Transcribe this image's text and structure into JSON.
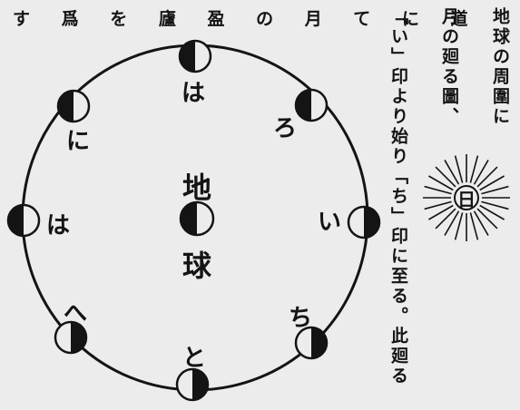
{
  "title_line": "す 爲 を 廬 盈 の 月 て に 道",
  "center": {
    "top": "地",
    "bottom": "球"
  },
  "positions": [
    {
      "label": "は",
      "phase": "left-dark"
    },
    {
      "label": "ろ",
      "phase": "left-dark"
    },
    {
      "label": "い",
      "phase": "right-dark"
    },
    {
      "label": "ち",
      "phase": "right-dark"
    },
    {
      "label": "と",
      "phase": "right-dark"
    },
    {
      "label": "へ",
      "phase": "right-dark"
    },
    {
      "label": "は",
      "phase": "left-dark"
    },
    {
      "label": "に",
      "phase": "left-dark"
    }
  ],
  "sun_label": "日",
  "caption": [
    "地球の周圍に",
    "月の廻る圖、",
    "「い」印より始り「ち」印に至る。此廻る"
  ],
  "colors": {
    "ink": "#141414",
    "paper": "#ececec"
  }
}
